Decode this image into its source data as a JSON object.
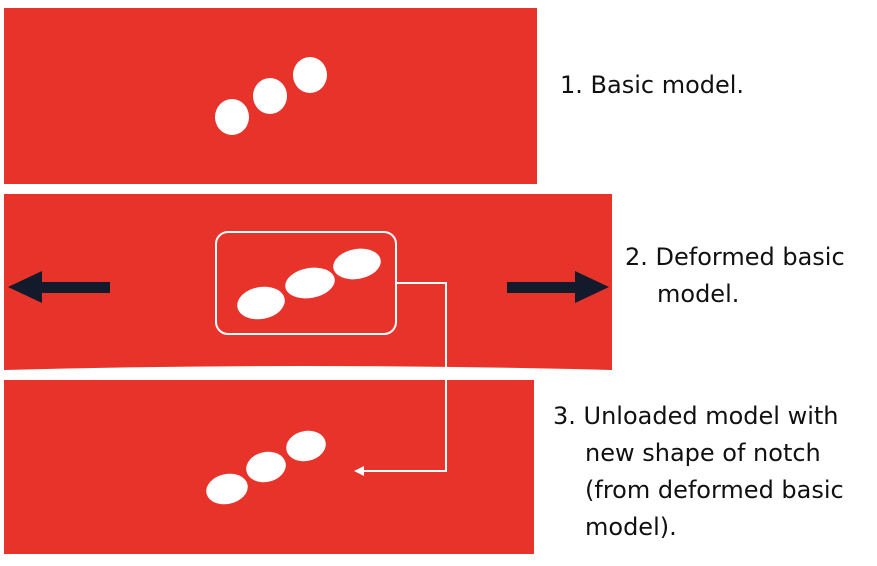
{
  "diagram": {
    "colors": {
      "panel": "#e8332a",
      "notch": "#ffffff",
      "arrow": "#121a2c",
      "connector": "#ffffff"
    },
    "labels": {
      "step1": "1. Basic model.",
      "step2_line1": "2. Deformed basic",
      "step2_line2": "model.",
      "step3_line1": "3. Unloaded model with",
      "step3_line2": "new shape of notch",
      "step3_line3": "(from deformed basic",
      "step3_line4": "model)."
    }
  }
}
